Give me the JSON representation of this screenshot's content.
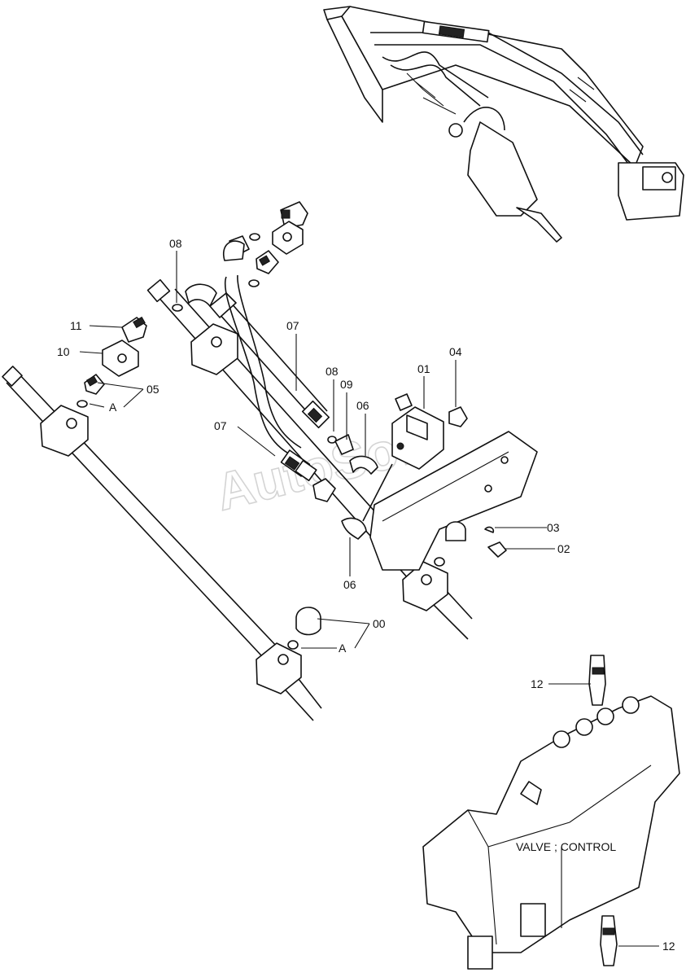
{
  "watermark": "AutoSoft",
  "valve_caption": "VALVE ; CONTROL",
  "callouts": {
    "c00": "00",
    "c01": "01",
    "c02": "02",
    "c03": "03",
    "c04": "04",
    "c05": "05",
    "c06a": "06",
    "c06b": "06",
    "c07a": "07",
    "c07b": "07",
    "c08a": "08",
    "c08b": "08",
    "c09": "09",
    "c10": "10",
    "c11": "11",
    "c12a": "12",
    "c12b": "12",
    "cAa": "A",
    "cAb": "A"
  }
}
